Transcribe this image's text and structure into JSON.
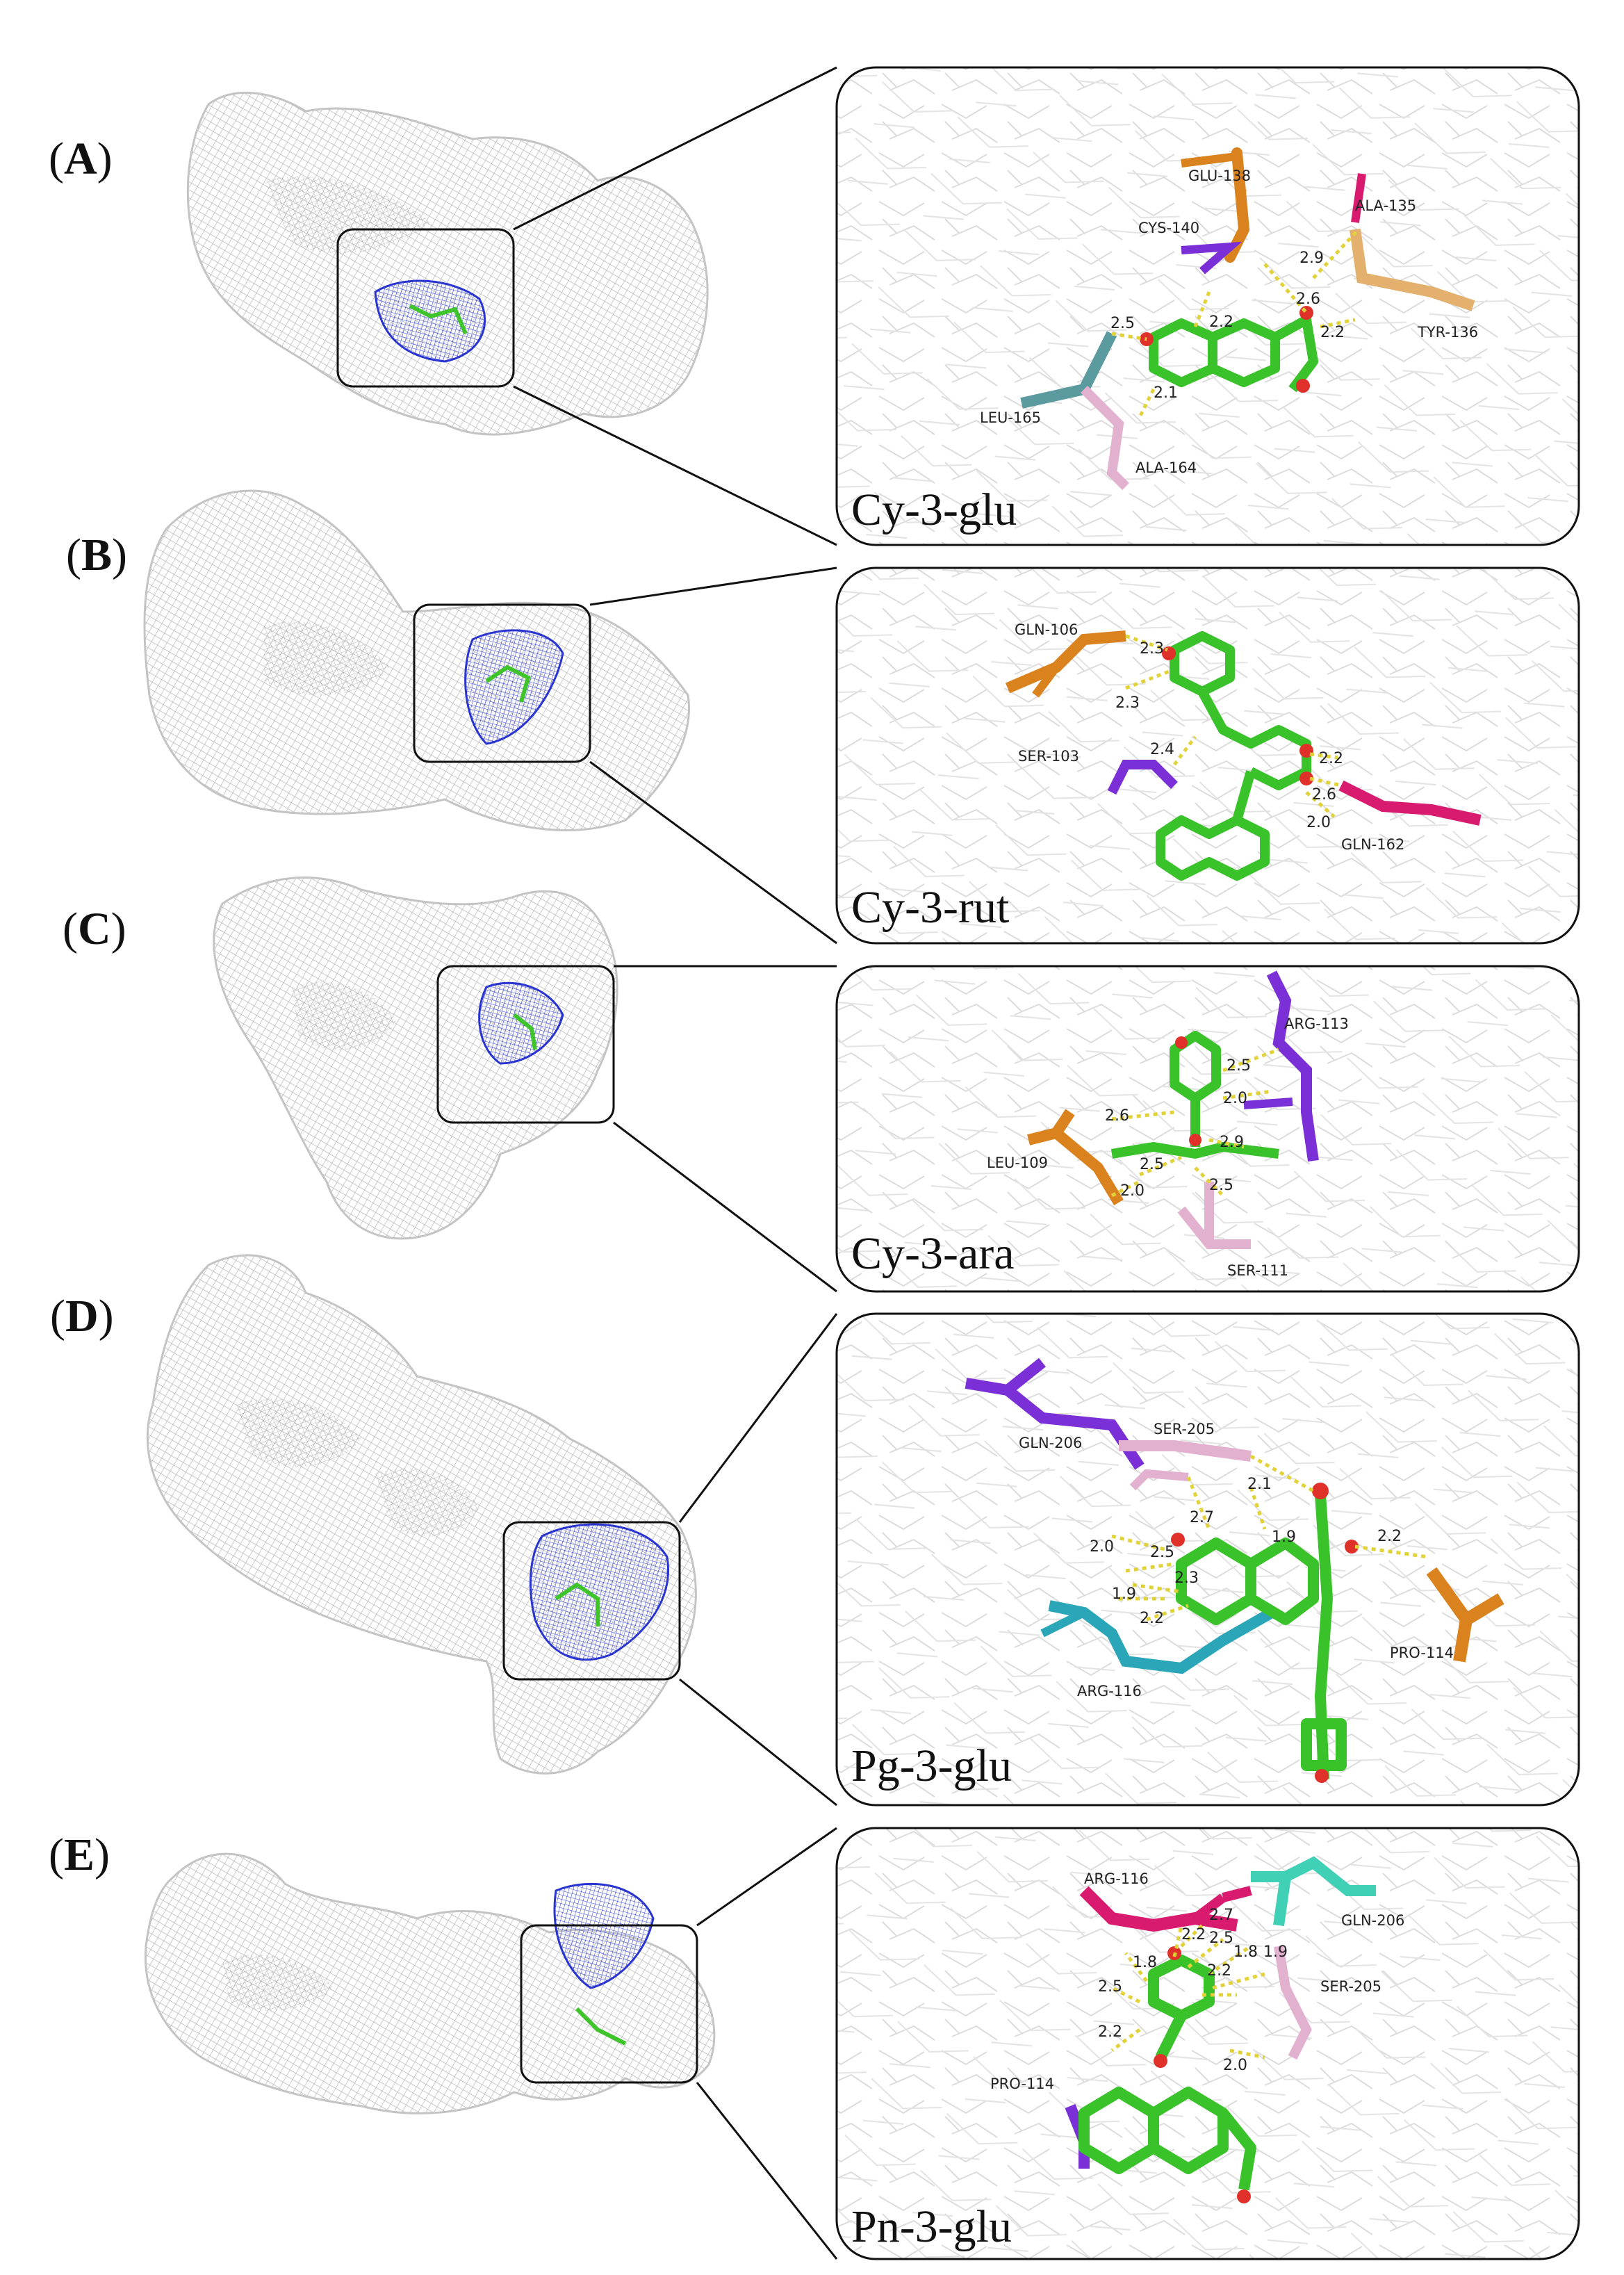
{
  "panels": [
    {
      "letter": "A",
      "ligand": "Cy-3-glu",
      "residues": [
        {
          "label": "GLU-138",
          "color": "#d9821e"
        },
        {
          "label": "CYS-140",
          "color": "#7b2fd6"
        },
        {
          "label": "ALA-135",
          "color": "#d81b6f"
        },
        {
          "label": "TYR-136",
          "color": "#e3b06d"
        },
        {
          "label": "LEU-165",
          "color": "#5b9a9e"
        },
        {
          "label": "ALA-164",
          "color": "#e2b1cf"
        }
      ],
      "distances": [
        "2.9",
        "2.6",
        "2.2",
        "2.2",
        "2.5",
        "2.1"
      ]
    },
    {
      "letter": "B",
      "ligand": "Cy-3-rut",
      "residues": [
        {
          "label": "GLN-106",
          "color": "#d9821e"
        },
        {
          "label": "SER-103",
          "color": "#7b2fd6"
        },
        {
          "label": "GLN-162",
          "color": "#d81b6f"
        }
      ],
      "distances": [
        "2.3",
        "2.3",
        "2.4",
        "2.2",
        "2.6",
        "2.0"
      ]
    },
    {
      "letter": "C",
      "ligand": "Cy-3-ara",
      "residues": [
        {
          "label": "ARG-113",
          "color": "#7b2fd6"
        },
        {
          "label": "LEU-109",
          "color": "#d9821e"
        },
        {
          "label": "SER-111",
          "color": "#e2b1cf"
        }
      ],
      "distances": [
        "2.5",
        "2.0",
        "2.6",
        "2.9",
        "2.5",
        "2.5",
        "2.0"
      ]
    },
    {
      "letter": "D",
      "ligand": "Pg-3-glu",
      "residues": [
        {
          "label": "GLN-206",
          "color": "#7b2fd6"
        },
        {
          "label": "SER-205",
          "color": "#e2b1cf"
        },
        {
          "label": "PRO-114",
          "color": "#d9821e"
        },
        {
          "label": "ARG-116",
          "color": "#2aa6b8"
        }
      ],
      "distances": [
        "2.1",
        "2.2",
        "2.7",
        "1.9",
        "2.0",
        "2.5",
        "2.3",
        "1.9",
        "2.2"
      ]
    },
    {
      "letter": "E",
      "ligand": "Pn-3-glu",
      "residues": [
        {
          "label": "ARG-116",
          "color": "#d81b6f"
        },
        {
          "label": "GLN-206",
          "color": "#3fd0b6"
        },
        {
          "label": "SER-205",
          "color": "#e2b1cf"
        },
        {
          "label": "PRO-114",
          "color": "#7b2fd6"
        }
      ],
      "distances": [
        "2.7",
        "2.2",
        "2.5",
        "1.8",
        "1.8",
        "1.9",
        "2.2",
        "2.5",
        "2.2",
        "2.0"
      ]
    }
  ],
  "colors": {
    "surface_mesh": "#b5b5b5",
    "binding_site": "#1f2fd0",
    "ligand_carbon": "#39c22a",
    "ligand_oxygen": "#e0302a",
    "hbond": "#e2d23a",
    "box_stroke": "#111111"
  }
}
